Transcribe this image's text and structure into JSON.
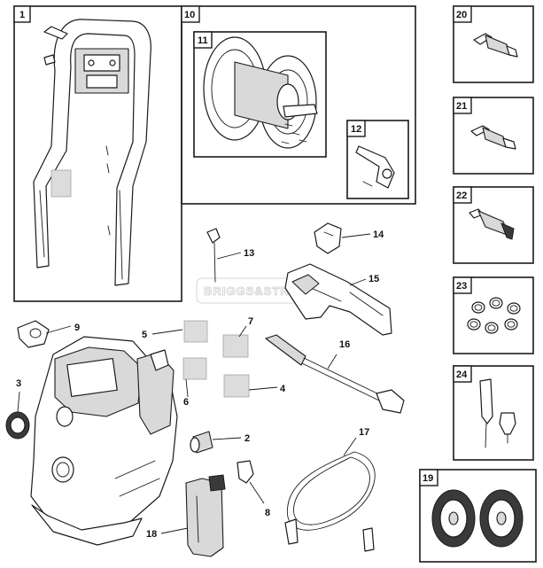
{
  "watermark": "BRIGGS&STRATTON",
  "box_tags": {
    "b1": "1",
    "b10": "10",
    "b11": "11",
    "b12": "12",
    "b20": "20",
    "b21": "21",
    "b22": "22",
    "b23": "23",
    "b24": "24",
    "b19": "19"
  },
  "callouts": {
    "c2": "2",
    "c3": "3",
    "c4": "4",
    "c5": "5",
    "c6": "6",
    "c7": "7",
    "c8": "8",
    "c9": "9",
    "c13": "13",
    "c14": "14",
    "c15": "15",
    "c16": "16",
    "c17": "17",
    "c18": "18"
  }
}
